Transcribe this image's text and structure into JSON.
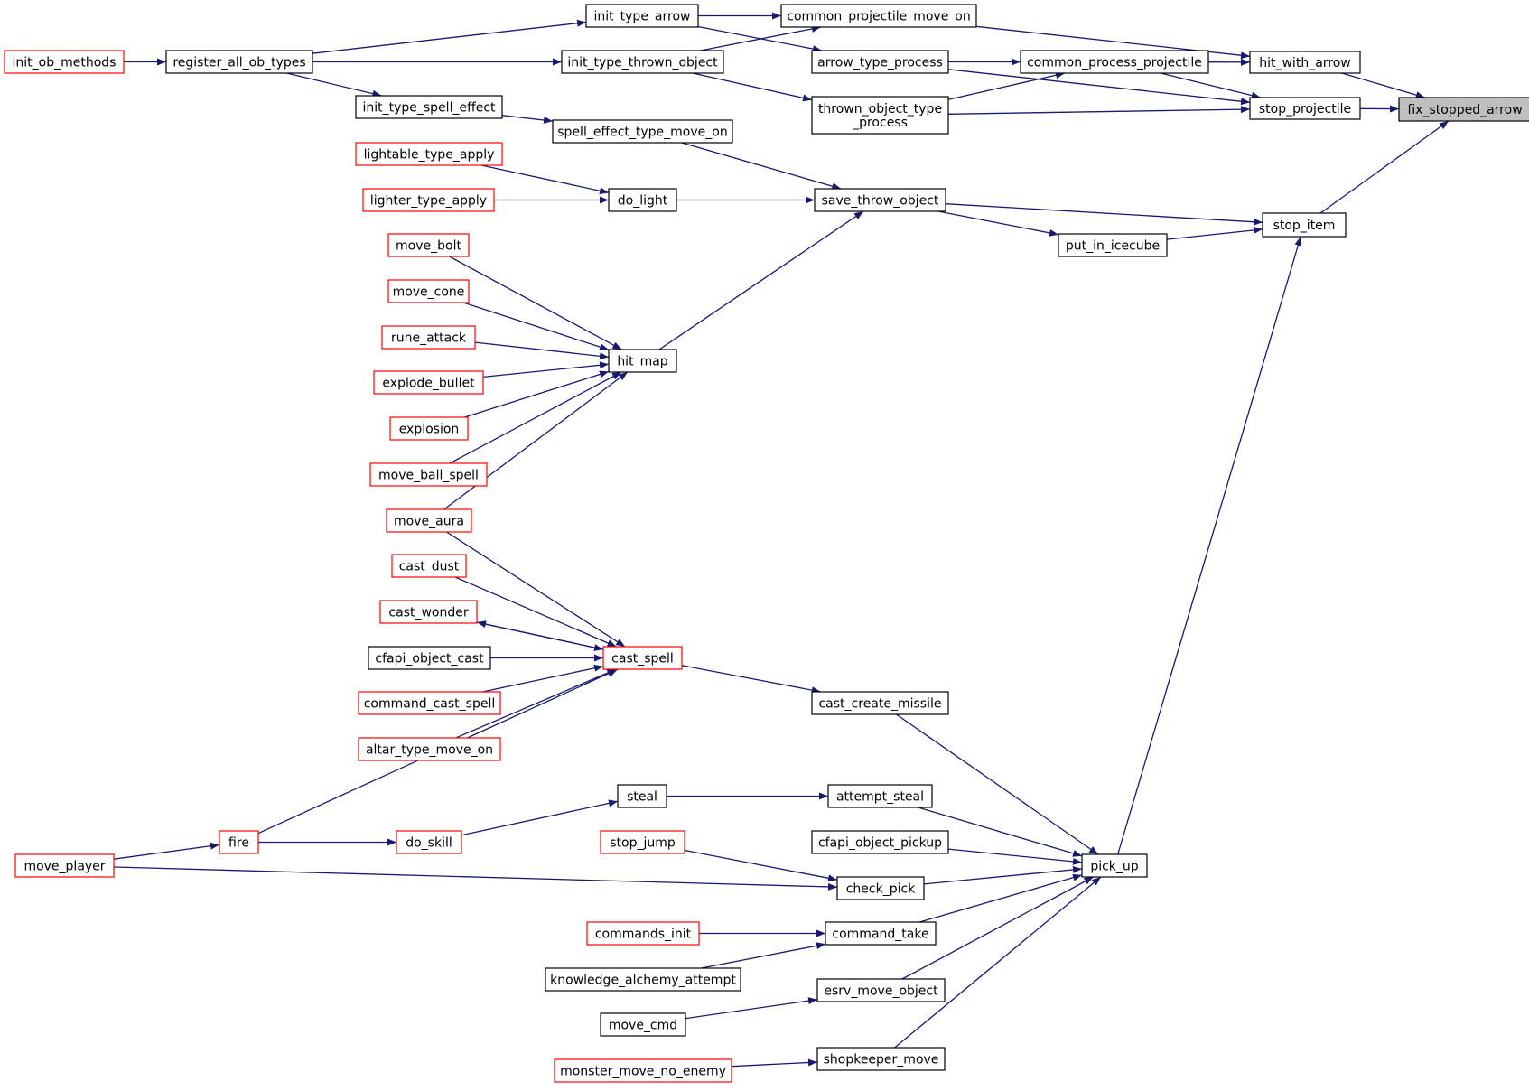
{
  "graph": {
    "colors": {
      "edge": "#191970",
      "node_border_default": "#000000",
      "node_border_highlight": "#ff0000",
      "focus_fill": "#bfbfbf",
      "node_fill": "#ffffff"
    },
    "nodes": [
      {
        "id": "fix_stopped_arrow",
        "label": "fix_stopped_arrow",
        "style": "focus"
      },
      {
        "id": "hit_with_arrow",
        "label": "hit_with_arrow",
        "style": "black"
      },
      {
        "id": "stop_projectile",
        "label": "stop_projectile",
        "style": "black"
      },
      {
        "id": "stop_item",
        "label": "stop_item",
        "style": "black"
      },
      {
        "id": "common_projectile_move_on",
        "label": "common_projectile_move_on",
        "style": "black"
      },
      {
        "id": "common_process_projectile",
        "label": "common_process_projectile",
        "style": "black"
      },
      {
        "id": "arrow_type_process",
        "label": "arrow_type_process",
        "style": "black"
      },
      {
        "id": "thrown_object_type_process",
        "label": "thrown_object_type\n_process",
        "style": "black"
      },
      {
        "id": "init_type_arrow",
        "label": "init_type_arrow",
        "style": "black"
      },
      {
        "id": "init_type_thrown_object",
        "label": "init_type_thrown_object",
        "style": "black"
      },
      {
        "id": "register_all_ob_types",
        "label": "register_all_ob_types",
        "style": "black"
      },
      {
        "id": "init_ob_methods",
        "label": "init_ob_methods",
        "style": "red"
      },
      {
        "id": "init_type_spell_effect",
        "label": "init_type_spell_effect",
        "style": "black"
      },
      {
        "id": "spell_effect_type_move_on",
        "label": "spell_effect_type_move_on",
        "style": "black"
      },
      {
        "id": "lightable_type_apply",
        "label": "lightable_type_apply",
        "style": "red"
      },
      {
        "id": "lighter_type_apply",
        "label": "lighter_type_apply",
        "style": "red"
      },
      {
        "id": "do_light",
        "label": "do_light",
        "style": "black"
      },
      {
        "id": "save_throw_object",
        "label": "save_throw_object",
        "style": "black"
      },
      {
        "id": "put_in_icecube",
        "label": "put_in_icecube",
        "style": "black"
      },
      {
        "id": "move_bolt",
        "label": "move_bolt",
        "style": "red"
      },
      {
        "id": "move_cone",
        "label": "move_cone",
        "style": "red"
      },
      {
        "id": "rune_attack",
        "label": "rune_attack",
        "style": "red"
      },
      {
        "id": "explode_bullet",
        "label": "explode_bullet",
        "style": "red"
      },
      {
        "id": "explosion",
        "label": "explosion",
        "style": "red"
      },
      {
        "id": "move_ball_spell",
        "label": "move_ball_spell",
        "style": "red"
      },
      {
        "id": "move_aura",
        "label": "move_aura",
        "style": "red"
      },
      {
        "id": "hit_map",
        "label": "hit_map",
        "style": "black"
      },
      {
        "id": "cast_dust",
        "label": "cast_dust",
        "style": "red"
      },
      {
        "id": "cast_wonder",
        "label": "cast_wonder",
        "style": "red"
      },
      {
        "id": "cfapi_object_cast",
        "label": "cfapi_object_cast",
        "style": "black"
      },
      {
        "id": "command_cast_spell",
        "label": "command_cast_spell",
        "style": "red"
      },
      {
        "id": "altar_type_move_on",
        "label": "altar_type_move_on",
        "style": "red"
      },
      {
        "id": "cast_spell",
        "label": "cast_spell",
        "style": "red"
      },
      {
        "id": "cast_create_missile",
        "label": "cast_create_missile",
        "style": "black"
      },
      {
        "id": "steal",
        "label": "steal",
        "style": "black"
      },
      {
        "id": "attempt_steal",
        "label": "attempt_steal",
        "style": "black"
      },
      {
        "id": "move_player",
        "label": "move_player",
        "style": "red"
      },
      {
        "id": "fire",
        "label": "fire",
        "style": "red"
      },
      {
        "id": "do_skill",
        "label": "do_skill",
        "style": "red"
      },
      {
        "id": "stop_jump",
        "label": "stop_jump",
        "style": "red"
      },
      {
        "id": "cfapi_object_pickup",
        "label": "cfapi_object_pickup",
        "style": "black"
      },
      {
        "id": "check_pick",
        "label": "check_pick",
        "style": "black"
      },
      {
        "id": "pick_up",
        "label": "pick_up",
        "style": "black"
      },
      {
        "id": "commands_init",
        "label": "commands_init",
        "style": "red"
      },
      {
        "id": "command_take",
        "label": "command_take",
        "style": "black"
      },
      {
        "id": "knowledge_alchemy_attempt",
        "label": "knowledge_alchemy_attempt",
        "style": "black"
      },
      {
        "id": "esrv_move_object",
        "label": "esrv_move_object",
        "style": "black"
      },
      {
        "id": "move_cmd",
        "label": "move_cmd",
        "style": "black"
      },
      {
        "id": "shopkeeper_move",
        "label": "shopkeeper_move",
        "style": "black"
      },
      {
        "id": "monster_move_no_enemy",
        "label": "monster_move_no_enemy",
        "style": "red"
      }
    ],
    "edges": [
      {
        "from": "hit_with_arrow",
        "to": "fix_stopped_arrow"
      },
      {
        "from": "stop_projectile",
        "to": "fix_stopped_arrow"
      },
      {
        "from": "stop_item",
        "to": "fix_stopped_arrow"
      },
      {
        "from": "common_projectile_move_on",
        "to": "hit_with_arrow"
      },
      {
        "from": "common_process_projectile",
        "to": "hit_with_arrow"
      },
      {
        "from": "arrow_type_process",
        "to": "stop_projectile"
      },
      {
        "from": "common_process_projectile",
        "to": "stop_projectile"
      },
      {
        "from": "thrown_object_type_process",
        "to": "stop_projectile"
      },
      {
        "from": "arrow_type_process",
        "to": "common_process_projectile"
      },
      {
        "from": "thrown_object_type_process",
        "to": "common_process_projectile"
      },
      {
        "from": "init_type_arrow",
        "to": "common_projectile_move_on"
      },
      {
        "from": "init_type_thrown_object",
        "to": "common_projectile_move_on"
      },
      {
        "from": "init_type_arrow",
        "to": "arrow_type_process"
      },
      {
        "from": "init_type_thrown_object",
        "to": "thrown_object_type_process"
      },
      {
        "from": "register_all_ob_types",
        "to": "init_type_arrow"
      },
      {
        "from": "register_all_ob_types",
        "to": "init_type_thrown_object"
      },
      {
        "from": "register_all_ob_types",
        "to": "init_type_spell_effect"
      },
      {
        "from": "init_ob_methods",
        "to": "register_all_ob_types"
      },
      {
        "from": "init_type_spell_effect",
        "to": "spell_effect_type_move_on"
      },
      {
        "from": "spell_effect_type_move_on",
        "to": "save_throw_object"
      },
      {
        "from": "do_light",
        "to": "save_throw_object"
      },
      {
        "from": "lightable_type_apply",
        "to": "do_light"
      },
      {
        "from": "lighter_type_apply",
        "to": "do_light"
      },
      {
        "from": "save_throw_object",
        "to": "stop_item"
      },
      {
        "from": "save_throw_object",
        "to": "put_in_icecube"
      },
      {
        "from": "put_in_icecube",
        "to": "stop_item"
      },
      {
        "from": "hit_map",
        "to": "save_throw_object"
      },
      {
        "from": "move_bolt",
        "to": "hit_map"
      },
      {
        "from": "move_cone",
        "to": "hit_map"
      },
      {
        "from": "rune_attack",
        "to": "hit_map"
      },
      {
        "from": "explode_bullet",
        "to": "hit_map"
      },
      {
        "from": "explosion",
        "to": "hit_map"
      },
      {
        "from": "move_ball_spell",
        "to": "hit_map"
      },
      {
        "from": "move_aura",
        "to": "hit_map"
      },
      {
        "from": "move_aura",
        "to": "cast_spell"
      },
      {
        "from": "cast_dust",
        "to": "cast_spell"
      },
      {
        "from": "cast_wonder",
        "to": "cast_spell"
      },
      {
        "from": "cast_spell",
        "to": "cast_wonder"
      },
      {
        "from": "cfapi_object_cast",
        "to": "cast_spell"
      },
      {
        "from": "command_cast_spell",
        "to": "cast_spell"
      },
      {
        "from": "altar_type_move_on",
        "to": "cast_spell"
      },
      {
        "from": "fire",
        "to": "cast_spell"
      },
      {
        "from": "cast_spell",
        "to": "cast_create_missile"
      },
      {
        "from": "cast_create_missile",
        "to": "pick_up"
      },
      {
        "from": "pick_up",
        "to": "stop_item"
      },
      {
        "from": "steal",
        "to": "attempt_steal"
      },
      {
        "from": "do_skill",
        "to": "steal"
      },
      {
        "from": "fire",
        "to": "do_skill"
      },
      {
        "from": "move_player",
        "to": "fire"
      },
      {
        "from": "move_player",
        "to": "check_pick"
      },
      {
        "from": "attempt_steal",
        "to": "pick_up"
      },
      {
        "from": "cfapi_object_pickup",
        "to": "pick_up"
      },
      {
        "from": "stop_jump",
        "to": "check_pick"
      },
      {
        "from": "check_pick",
        "to": "pick_up"
      },
      {
        "from": "command_take",
        "to": "pick_up"
      },
      {
        "from": "commands_init",
        "to": "command_take"
      },
      {
        "from": "knowledge_alchemy_attempt",
        "to": "command_take"
      },
      {
        "from": "esrv_move_object",
        "to": "pick_up"
      },
      {
        "from": "move_cmd",
        "to": "esrv_move_object"
      },
      {
        "from": "shopkeeper_move",
        "to": "pick_up"
      },
      {
        "from": "monster_move_no_enemy",
        "to": "shopkeeper_move"
      }
    ]
  }
}
